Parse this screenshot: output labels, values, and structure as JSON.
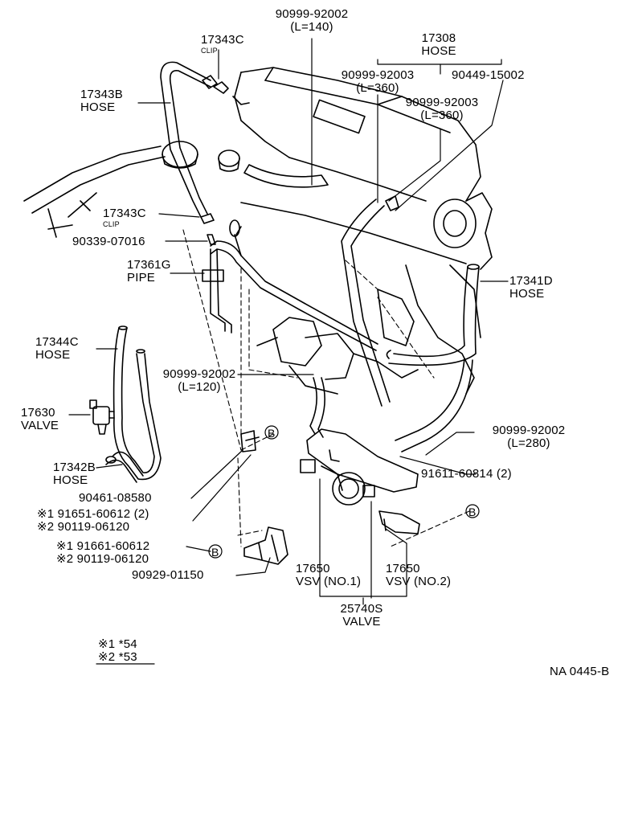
{
  "callouts": {
    "c_90999_92002_top": {
      "part": "90999-92002",
      "note": "(L=140)"
    },
    "c_17308": {
      "part": "17308",
      "name": "HOSE"
    },
    "c_90999_92003_a": {
      "part": "90999-92003",
      "note": "(L=360)"
    },
    "c_90449": {
      "part": "90449-15002"
    },
    "c_90999_92003_b": {
      "part": "90999-92003",
      "note": "(L=360)"
    },
    "c_17343c_top": {
      "part": "17343C",
      "name": "CLIP"
    },
    "c_17343b": {
      "part": "17343B",
      "name": "HOSE"
    },
    "c_17343c_mid": {
      "part": "17343C",
      "name": "CLIP"
    },
    "c_90339": {
      "part": "90339-07016"
    },
    "c_17361g": {
      "part": "17361G",
      "name": "PIPE"
    },
    "c_17341d": {
      "part": "17341D",
      "name": "HOSE"
    },
    "c_17344c": {
      "part": "17344C",
      "name": "HOSE"
    },
    "c_90999_92002_mid": {
      "part": "90999-92002",
      "note": "(L=120)"
    },
    "c_17630": {
      "part": "17630",
      "name": "VALVE"
    },
    "c_90999_92002_right": {
      "part": "90999-92002",
      "note": "(L=280)"
    },
    "c_17342b": {
      "part": "17342B",
      "name": "HOSE"
    },
    "c_91611": {
      "part": "91611-60814 (2)"
    },
    "c_90461": {
      "part": "90461-08580"
    },
    "c_91651": {
      "part": "※1  91651-60612 (2)"
    },
    "c_90119_a": {
      "part": "※2  90119-06120"
    },
    "c_91661": {
      "part": "※1  91661-60612"
    },
    "c_90119_b": {
      "part": "※2  90119-06120"
    },
    "c_90929": {
      "part": "90929-01150"
    },
    "c_17650_1": {
      "part": "17650",
      "name": "VSV (NO.1)"
    },
    "c_17650_2": {
      "part": "17650",
      "name": "VSV (NO.2)"
    },
    "c_25740s": {
      "part": "25740S",
      "name": "VALVE"
    }
  },
  "ref_marker": "B",
  "legend": [
    {
      "mark": "※1",
      "value": "*54"
    },
    {
      "mark": "※2",
      "value": "*53"
    }
  ],
  "drawing_code": "NA 0445-B"
}
